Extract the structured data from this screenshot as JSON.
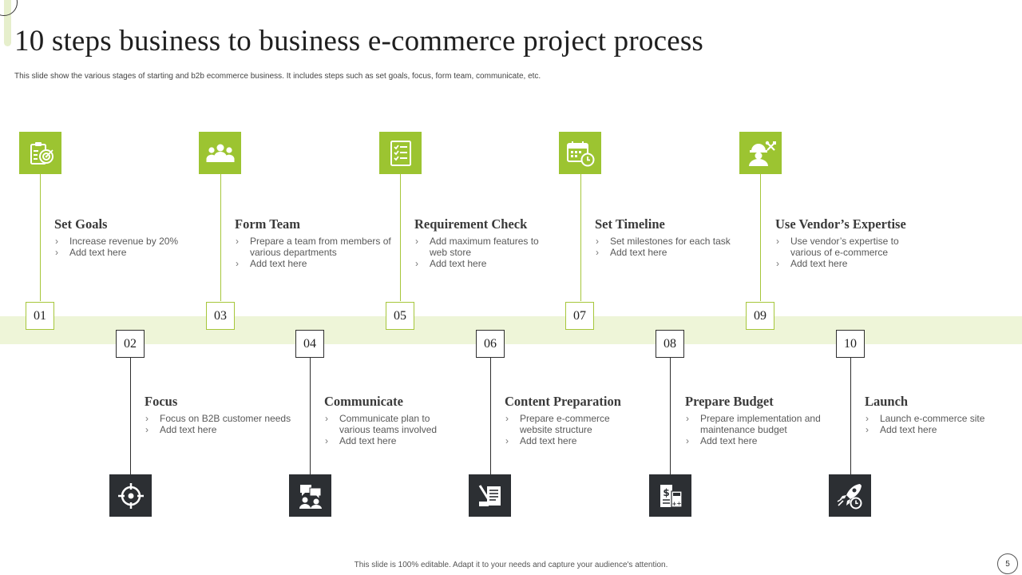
{
  "title": "10 steps business to business e-commerce project process",
  "subtitle": "This slide show the various stages of starting and b2b ecommerce business. It includes steps such as set goals, focus, form team, communicate, etc.",
  "steps": [
    {
      "number": "01",
      "title": "Set Goals",
      "bullets": [
        "Increase revenue by 20%",
        "Add text here"
      ],
      "icon": "goal-target-icon"
    },
    {
      "number": "02",
      "title": "Focus",
      "bullets": [
        "Focus on B2B customer needs",
        "Add text here"
      ],
      "icon": "crosshair-icon"
    },
    {
      "number": "03",
      "title": "Form Team",
      "bullets": [
        "Prepare a team from members of various departments",
        "Add text here"
      ],
      "icon": "team-icon"
    },
    {
      "number": "04",
      "title": "Communicate",
      "bullets": [
        "Communicate plan to various teams involved",
        "Add text here"
      ],
      "icon": "discussion-icon"
    },
    {
      "number": "05",
      "title": "Requirement Check",
      "bullets": [
        "Add maximum features to web store",
        "Add text here"
      ],
      "icon": "checklist-icon"
    },
    {
      "number": "06",
      "title": "Content Preparation",
      "bullets": [
        "Prepare e-commerce website structure",
        "Add text here"
      ],
      "icon": "content-writing-icon"
    },
    {
      "number": "07",
      "title": "Set Timeline",
      "bullets": [
        "Set milestones for each task",
        "Add text here"
      ],
      "icon": "calendar-clock-icon"
    },
    {
      "number": "08",
      "title": "Prepare Budget",
      "bullets": [
        "Prepare implementation and maintenance budget",
        "Add text here"
      ],
      "icon": "budget-calculator-icon"
    },
    {
      "number": "09",
      "title": "Use Vendor’s Expertise",
      "bullets": [
        "Use vendor’s expertise to various of e-commerce",
        "Add text here"
      ],
      "icon": "worker-tools-icon"
    },
    {
      "number": "10",
      "title": "Launch",
      "bullets": [
        "Launch e-commerce site",
        "Add text here"
      ],
      "icon": "rocket-clock-icon"
    }
  ],
  "footer": "This slide is 100% editable. Adapt it to your needs and capture your audience's attention.",
  "page_number": "5",
  "colors": {
    "accent": "#9cc431",
    "band": "#eef5d8",
    "dark": "#2c2f33"
  }
}
